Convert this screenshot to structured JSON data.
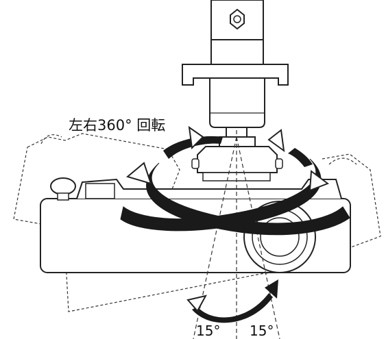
{
  "labels": {
    "rotation": "左右360° 回転",
    "tilt_left": "15°",
    "tilt_right": "15°"
  },
  "colors": {
    "line": "#222222",
    "arrow_fill": "#1a1a1a",
    "background": "#ffffff"
  }
}
